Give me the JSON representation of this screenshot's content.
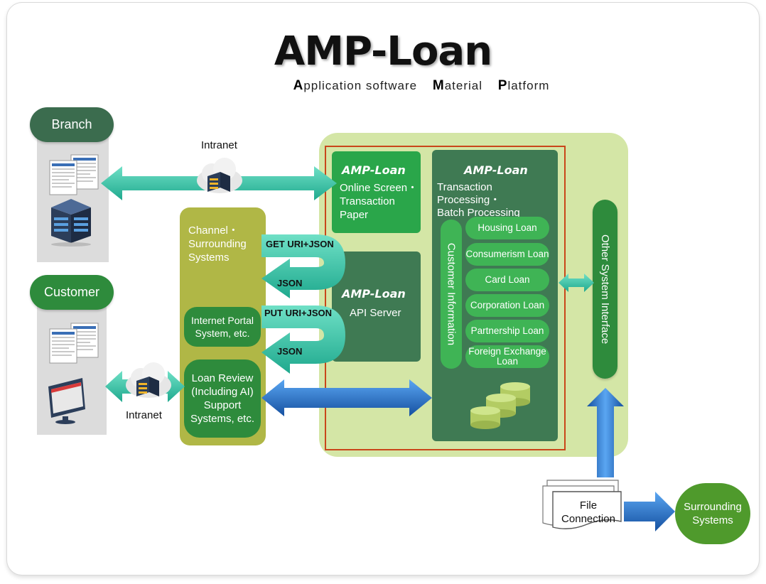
{
  "title": "AMP-Loan",
  "subtitle": {
    "words": [
      {
        "initial": "A",
        "rest": "pplication software"
      },
      {
        "initial": "M",
        "rest": "aterial"
      },
      {
        "initial": "P",
        "rest": "latform"
      }
    ]
  },
  "left": {
    "branch_label": "Branch",
    "customer_label": "Customer",
    "intranet_top": "Intranet",
    "intranet_bottom": "Intranet"
  },
  "channel": {
    "title": "Channel・\nSurrounding\nSystems",
    "internet_portal": "Internet Portal\nSystem, etc.",
    "loan_review": "Loan Review\n(Including AI)\nSupport\nSystems, etc.",
    "get_label": "GET URI+JSON",
    "json_label_1": "JSON",
    "put_label": "PUT URI+JSON",
    "json_label_2": "JSON"
  },
  "platform": {
    "logo": "AMP-Loan",
    "online_screen": "Online Screen・\nTransaction\nPaper",
    "api_server": "API Server",
    "transaction_processing": "Transaction Processing・\nBatch Processing",
    "customer_information": "Customer Information",
    "loans": [
      "Housing Loan",
      "Consumerism Loan",
      "Card Loan",
      "Corporation Loan",
      "Partnership Loan",
      "Foreign Exchange\nLoan"
    ],
    "other_system_interface": "Other System Interface"
  },
  "bottom": {
    "file_connection": "File\nConnection",
    "surrounding_systems": "Surrounding\nSystems"
  },
  "colors": {
    "platform_bg": "#d4e6a6",
    "channel_bg": "#b0b746",
    "dark_green": "#3b6c4e",
    "bright_green": "#2aa64a",
    "teal_arrow": "#3cc3a6",
    "blue_arrow": "#1f6fc4",
    "red_border": "#c9461a"
  },
  "icons": [
    "document-icon",
    "building-icon",
    "cloud-server-icon",
    "monitor-icon",
    "database-icon"
  ]
}
